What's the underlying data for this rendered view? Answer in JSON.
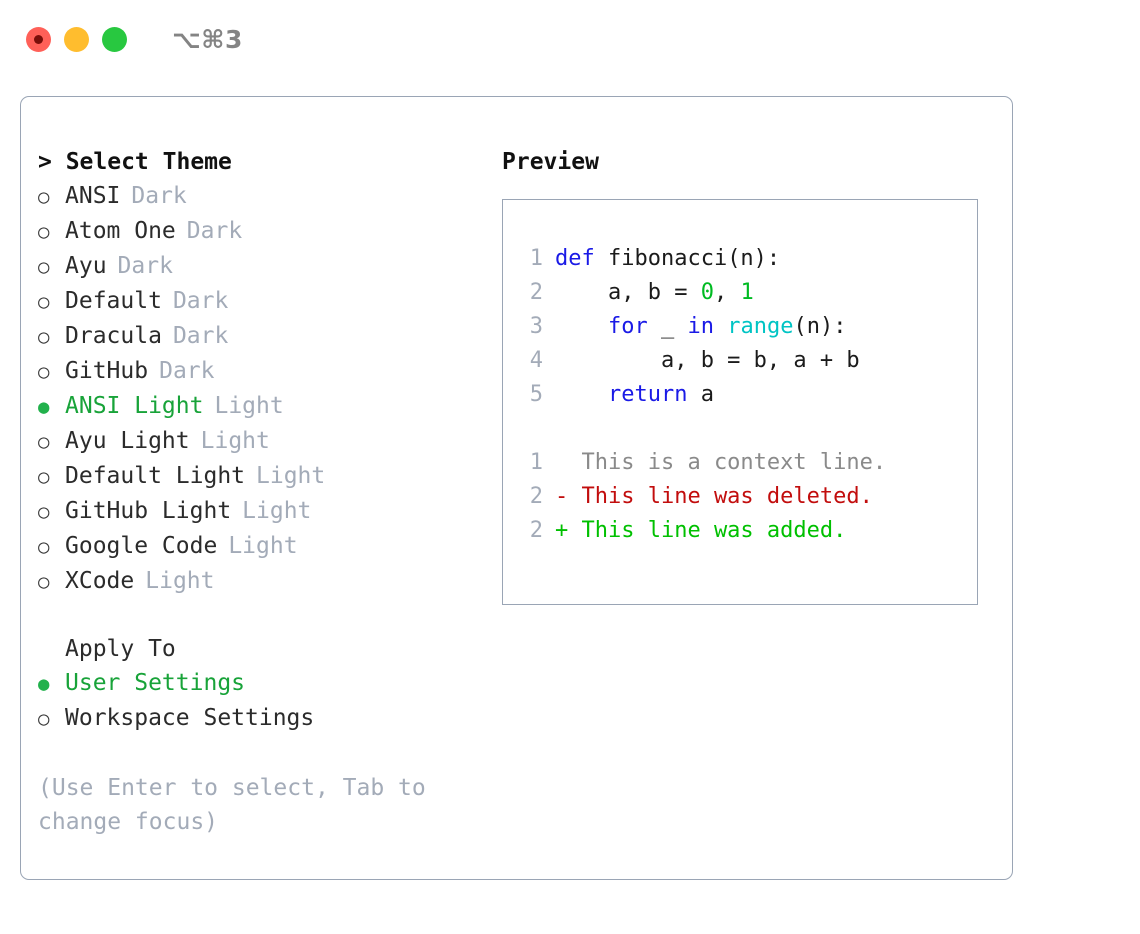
{
  "titlebar": {
    "shortcut": "⌥⌘3",
    "buttons": [
      {
        "name": "close",
        "color": "#ff6058"
      },
      {
        "name": "minimize",
        "color": "#ffbd2e"
      },
      {
        "name": "maximize",
        "color": "#28c840"
      }
    ]
  },
  "theme_picker": {
    "heading": "> Select Theme",
    "marker_selected": "●",
    "marker_unselected": "○",
    "items": [
      {
        "name": "ANSI",
        "tag": "Dark",
        "selected": false
      },
      {
        "name": "Atom One",
        "tag": "Dark",
        "selected": false
      },
      {
        "name": "Ayu",
        "tag": "Dark",
        "selected": false
      },
      {
        "name": "Default",
        "tag": "Dark",
        "selected": false
      },
      {
        "name": "Dracula",
        "tag": "Dark",
        "selected": false
      },
      {
        "name": "GitHub",
        "tag": "Dark",
        "selected": false
      },
      {
        "name": "ANSI Light",
        "tag": "Light",
        "selected": true
      },
      {
        "name": "Ayu Light",
        "tag": "Light",
        "selected": false
      },
      {
        "name": "Default Light",
        "tag": "Light",
        "selected": false
      },
      {
        "name": "GitHub Light",
        "tag": "Light",
        "selected": false
      },
      {
        "name": "Google Code",
        "tag": "Light",
        "selected": false
      },
      {
        "name": "XCode",
        "tag": "Light",
        "selected": false
      }
    ]
  },
  "apply_to": {
    "heading": "Apply To",
    "items": [
      {
        "label": "User Settings",
        "selected": true
      },
      {
        "label": "Workspace Settings",
        "selected": false
      }
    ]
  },
  "hint": "(Use Enter to select, Tab to change focus)",
  "preview": {
    "heading": "Preview",
    "code_lines": [
      {
        "no": "1",
        "tokens": [
          {
            "t": "def ",
            "c": "kw"
          },
          {
            "t": "fibonacci(n):",
            "c": "plain"
          }
        ]
      },
      {
        "no": "2",
        "tokens": [
          {
            "t": "    a, b = ",
            "c": "plain"
          },
          {
            "t": "0",
            "c": "num"
          },
          {
            "t": ", ",
            "c": "plain"
          },
          {
            "t": "1",
            "c": "num"
          }
        ]
      },
      {
        "no": "3",
        "tokens": [
          {
            "t": "    ",
            "c": "plain"
          },
          {
            "t": "for",
            "c": "kw"
          },
          {
            "t": " _ ",
            "c": "plain"
          },
          {
            "t": "in",
            "c": "kw"
          },
          {
            "t": " ",
            "c": "plain"
          },
          {
            "t": "range",
            "c": "fn"
          },
          {
            "t": "(n):",
            "c": "plain"
          }
        ]
      },
      {
        "no": "4",
        "tokens": [
          {
            "t": "        a, b = b, a + b",
            "c": "plain"
          }
        ]
      },
      {
        "no": "5",
        "tokens": [
          {
            "t": "    ",
            "c": "plain"
          },
          {
            "t": "return",
            "c": "kw"
          },
          {
            "t": " a",
            "c": "plain"
          }
        ]
      }
    ],
    "diff_lines": [
      {
        "no": "1",
        "marker": " ",
        "text": "  This is a context line.",
        "kind": "ctx"
      },
      {
        "no": "2",
        "marker": "-",
        "text": "- This line was deleted.",
        "kind": "del"
      },
      {
        "no": "2",
        "marker": "+",
        "text": "+ This line was added.",
        "kind": "add"
      }
    ]
  },
  "colors": {
    "accent_green": "#18a339",
    "keyword_blue": "#1a1ae6",
    "function_cyan": "#00c4c4",
    "number_green": "#00bb22",
    "muted_gray": "#a3abb8",
    "diff_delete": "#c20d0d",
    "diff_add": "#00c000",
    "border": "#9aa5b5"
  }
}
